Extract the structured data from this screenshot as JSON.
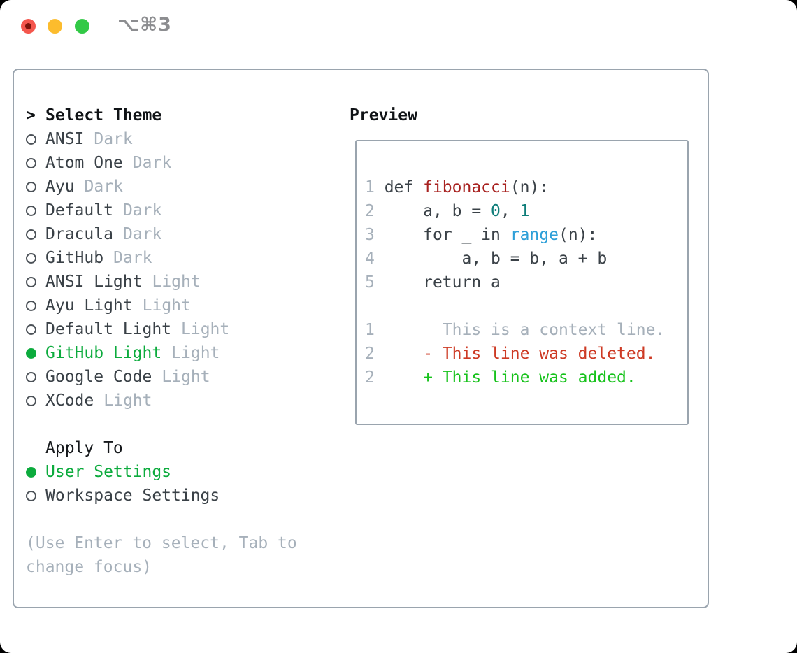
{
  "titlebar": {
    "shortcut": "⌥⌘3"
  },
  "theme_list": {
    "cursor": ">",
    "header": "Select Theme",
    "items": [
      {
        "name": "ANSI",
        "tag": "Dark",
        "selected": false
      },
      {
        "name": "Atom One",
        "tag": "Dark",
        "selected": false
      },
      {
        "name": "Ayu",
        "tag": "Dark",
        "selected": false
      },
      {
        "name": "Default",
        "tag": "Dark",
        "selected": false
      },
      {
        "name": "Dracula",
        "tag": "Dark",
        "selected": false
      },
      {
        "name": "GitHub",
        "tag": "Dark",
        "selected": false
      },
      {
        "name": "ANSI Light",
        "tag": "Light",
        "selected": false
      },
      {
        "name": "Ayu Light",
        "tag": "Light",
        "selected": false
      },
      {
        "name": "Default Light",
        "tag": "Light",
        "selected": false
      },
      {
        "name": "GitHub Light",
        "tag": "Light",
        "selected": true
      },
      {
        "name": "Google Code",
        "tag": "Light",
        "selected": false
      },
      {
        "name": "XCode",
        "tag": "Light",
        "selected": false
      }
    ]
  },
  "apply_to": {
    "header": "Apply To",
    "items": [
      {
        "name": "User Settings",
        "selected": true
      },
      {
        "name": "Workspace Settings",
        "selected": false
      }
    ]
  },
  "hint": {
    "text": "(Use Enter to select, Tab to change focus)"
  },
  "preview": {
    "label": "Preview",
    "lines": [
      {
        "num": "1",
        "segments": [
          {
            "text": "def ",
            "color": "code_text"
          },
          {
            "text": "fibonacci",
            "color": "code_function"
          },
          {
            "text": "(n):",
            "color": "code_text"
          }
        ]
      },
      {
        "num": "2",
        "segments": [
          {
            "text": "    a, b = ",
            "color": "code_text"
          },
          {
            "text": "0",
            "color": "code_number"
          },
          {
            "text": ", ",
            "color": "code_text"
          },
          {
            "text": "1",
            "color": "code_number"
          }
        ]
      },
      {
        "num": "3",
        "segments": [
          {
            "text": "    for _ in ",
            "color": "code_text"
          },
          {
            "text": "range",
            "color": "code_builtin"
          },
          {
            "text": "(n):",
            "color": "code_text"
          }
        ]
      },
      {
        "num": "4",
        "segments": [
          {
            "text": "        a, b = b, a + b",
            "color": "code_text"
          }
        ]
      },
      {
        "num": "5",
        "segments": [
          {
            "text": "    return a",
            "color": "code_text"
          }
        ]
      },
      {
        "num": "",
        "segments": []
      },
      {
        "num": "1",
        "segments": [
          {
            "text": "      This is a context line.",
            "color": "muted"
          }
        ]
      },
      {
        "num": "2",
        "segments": [
          {
            "text": "    - This line was deleted.",
            "color": "diff_deleted"
          }
        ]
      },
      {
        "num": "2",
        "segments": [
          {
            "text": "    + This line was added.",
            "color": "diff_added"
          }
        ]
      }
    ]
  },
  "colors": {
    "selection_green": "#0cab3d",
    "diff_added": "#17c21c",
    "diff_deleted": "#cd3a24",
    "code_function": "#a82220",
    "code_number": "#0e7d79",
    "code_builtin": "#2d9fd8",
    "code_text": "#3a4147",
    "muted": "#a6b0ba",
    "border": "#9aa4ae",
    "traffic_red": "#f4564d",
    "traffic_yellow": "#fcbc2d",
    "traffic_green": "#32c946"
  }
}
